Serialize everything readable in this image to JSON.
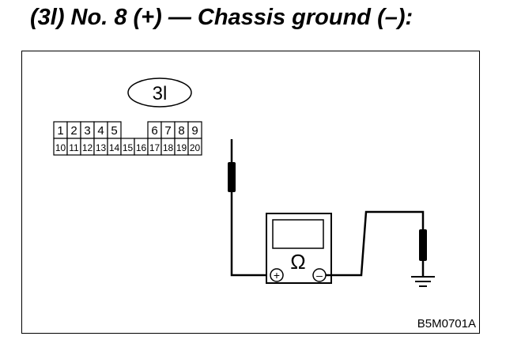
{
  "title": "(3l) No. 8 (+) — Chassis ground (–):",
  "connector": {
    "label": "3l",
    "top_row": [
      "1",
      "2",
      "3",
      "4",
      "5",
      "",
      "",
      "6",
      "7",
      "8",
      "9"
    ],
    "bottom_row": [
      "10",
      "11",
      "12",
      "13",
      "14",
      "15",
      "16",
      "17",
      "18",
      "19",
      "20"
    ]
  },
  "meter": {
    "symbol": "Ω",
    "positive_symbol": "+",
    "negative_symbol": "–",
    "icon": "ohmmeter-icon"
  },
  "ground_icon": "chassis-ground-icon",
  "figure_id": "B5M0701A"
}
